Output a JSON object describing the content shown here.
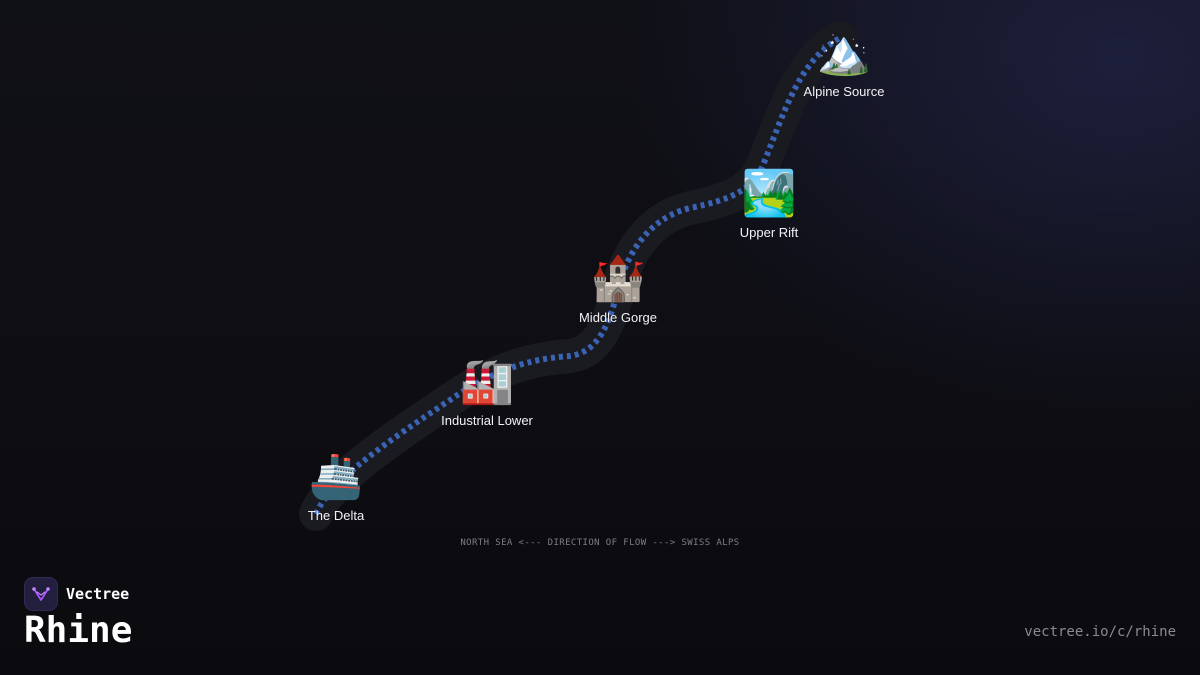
{
  "brand": {
    "name": "Vectree",
    "accent": "#a855f7"
  },
  "title": "Rhine",
  "url": "vectree.io/c/rhine",
  "flow_caption": "NORTH SEA <--- DIRECTION OF FLOW ---> SWISS ALPS",
  "colors": {
    "background": "#0d0d12",
    "river_bed": "#1a1a21",
    "river_dash": "#3b63b4",
    "label": "#f2f2f6"
  },
  "river": {
    "stations": [
      {
        "id": "the-delta",
        "label": "The Delta",
        "icon": "ship-icon",
        "glyph": "🚢"
      },
      {
        "id": "industrial-lower",
        "label": "Industrial Lower",
        "icon": "factory-icon",
        "glyph": "🏭"
      },
      {
        "id": "middle-gorge",
        "label": "Middle Gorge",
        "icon": "castle-icon",
        "glyph": "🏰"
      },
      {
        "id": "upper-rift",
        "label": "Upper Rift",
        "icon": "valley-river-icon",
        "glyph": "🏞️"
      },
      {
        "id": "alpine-source",
        "label": "Alpine Source",
        "icon": "snowcapped-mountain-icon",
        "glyph": "🏔️"
      }
    ]
  }
}
